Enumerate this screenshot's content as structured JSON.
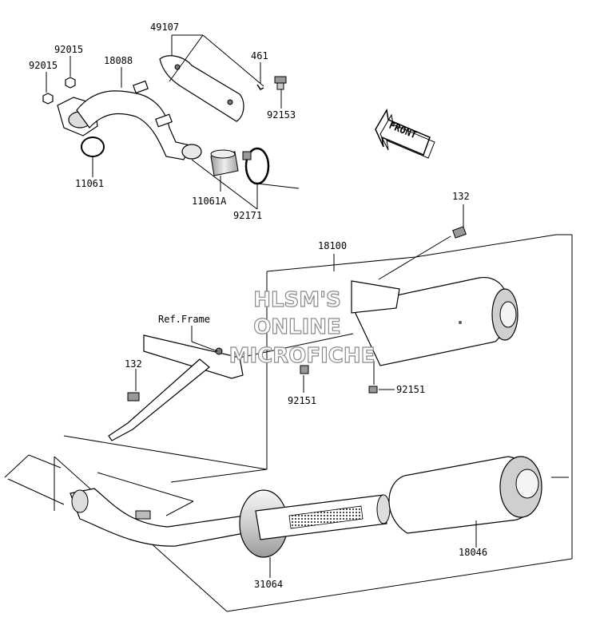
{
  "diagram": {
    "part_labels": {
      "p49107": "49107",
      "p92015a": "92015",
      "p92015b": "92015",
      "p18088": "18088",
      "p461": "461",
      "p92153": "92153",
      "p11061": "11061",
      "p11061A": "11061A",
      "p92171": "92171",
      "p132a": "132",
      "p18100": "18100",
      "pRefFrame": "Ref.Frame",
      "p132b": "132",
      "p92151a": "92151",
      "p92151b": "92151",
      "p18046": "18046",
      "p31064": "31064"
    },
    "front_arrow_text": "FRONT",
    "watermark": {
      "line1": "HLSM'S",
      "line2": "ONLINE",
      "line3": "MICROFICHE"
    }
  }
}
